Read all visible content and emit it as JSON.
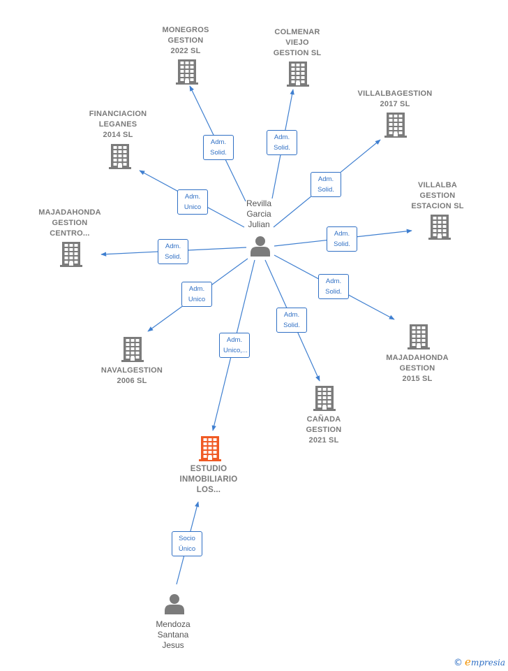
{
  "colors": {
    "edge": "#3f7fd0",
    "building": "#7b7b7b",
    "highlight": "#f05a24",
    "person": "#7b7b7b"
  },
  "people": [
    {
      "id": "revilla",
      "lines": [
        "Revilla",
        "Garcia",
        "Julian"
      ],
      "icon": "person-icon"
    },
    {
      "id": "mendoza",
      "lines": [
        "Mendoza",
        "Santana",
        "Jesus"
      ],
      "icon": "person-icon"
    }
  ],
  "companies": [
    {
      "id": "monegros",
      "lines": [
        "MONEGROS",
        "GESTION",
        "2022  SL"
      ],
      "icon": "building-icon"
    },
    {
      "id": "colmenar",
      "lines": [
        "COLMENAR",
        "VIEJO",
        "GESTION  SL"
      ],
      "icon": "building-icon"
    },
    {
      "id": "villalbagestion",
      "lines": [
        "VILLALBAGESTION",
        "2017  SL"
      ],
      "icon": "building-icon"
    },
    {
      "id": "financiacion",
      "lines": [
        "FINANCIACION",
        "LEGANES",
        "2014  SL"
      ],
      "icon": "building-icon"
    },
    {
      "id": "villalba-estacion",
      "lines": [
        "VILLALBA",
        "GESTION",
        "ESTACION  SL"
      ],
      "icon": "building-icon"
    },
    {
      "id": "majadahonda-centro",
      "lines": [
        "MAJADAHONDA",
        "GESTION",
        "CENTRO..."
      ],
      "icon": "building-icon"
    },
    {
      "id": "majadahonda-2015",
      "lines": [
        "MAJADAHONDA",
        "GESTION",
        "2015  SL"
      ],
      "icon": "building-icon"
    },
    {
      "id": "navalgestion",
      "lines": [
        "NAVALGESTION",
        "2006 SL"
      ],
      "icon": "building-icon"
    },
    {
      "id": "canada",
      "lines": [
        "CAÑADA",
        "GESTION",
        "2021  SL"
      ],
      "icon": "building-icon"
    },
    {
      "id": "estudio",
      "lines": [
        "ESTUDIO",
        "INMOBILIARIO",
        "LOS..."
      ],
      "icon": "building-icon",
      "highlight": true
    }
  ],
  "edges": [
    {
      "from": "revilla",
      "to": "monegros",
      "label": [
        "Adm.",
        "Solid."
      ]
    },
    {
      "from": "revilla",
      "to": "colmenar",
      "label": [
        "Adm.",
        "Solid."
      ]
    },
    {
      "from": "revilla",
      "to": "villalbagestion",
      "label": [
        "Adm.",
        "Solid."
      ]
    },
    {
      "from": "revilla",
      "to": "financiacion",
      "label": [
        "Adm.",
        "Unico"
      ]
    },
    {
      "from": "revilla",
      "to": "villalba-estacion",
      "label": [
        "Adm.",
        "Solid."
      ]
    },
    {
      "from": "revilla",
      "to": "majadahonda-centro",
      "label": [
        "Adm.",
        "Solid."
      ]
    },
    {
      "from": "revilla",
      "to": "navalgestion",
      "label": [
        "Adm.",
        "Unico"
      ]
    },
    {
      "from": "revilla",
      "to": "majadahonda-2015",
      "label": [
        "Adm.",
        "Solid."
      ]
    },
    {
      "from": "revilla",
      "to": "canada",
      "label": [
        "Adm.",
        "Solid."
      ]
    },
    {
      "from": "revilla",
      "to": "estudio",
      "label": [
        "Adm.",
        "Unico,..."
      ]
    },
    {
      "from": "mendoza",
      "to": "estudio",
      "label": [
        "Socio",
        "Único"
      ]
    }
  ],
  "footer": {
    "copyright": "©",
    "brand_initial": "e",
    "brand_rest": "mpresia"
  }
}
